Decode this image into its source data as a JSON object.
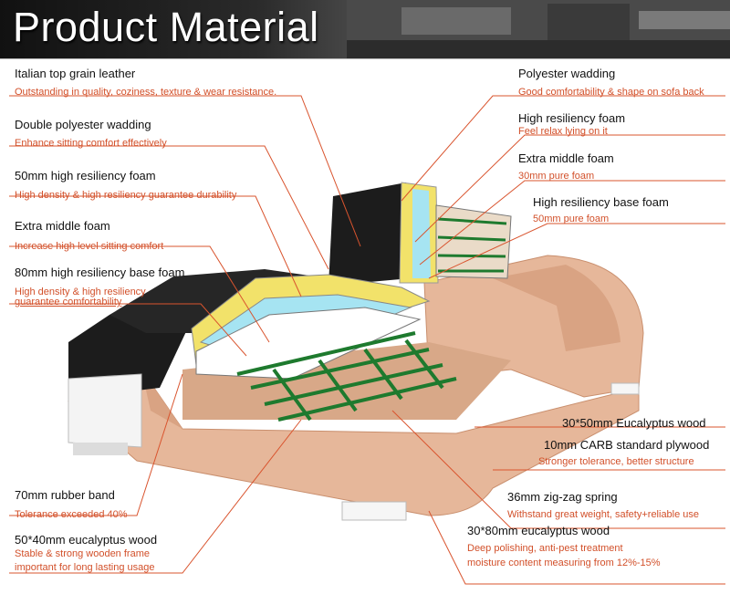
{
  "title": "Product Material",
  "left_labels": [
    {
      "name": "Italian top grain leather",
      "desc": "Outstanding in quality, coziness, texture & wear resistance."
    },
    {
      "name": "Double polyester wadding",
      "desc": "Enhance sitting comfort effectively"
    },
    {
      "name": "50mm high resiliency foam",
      "desc": "High density & high resiliency guarantee durability"
    },
    {
      "name": "Extra middle foam",
      "desc": "Increase high level sitting comfort"
    },
    {
      "name": "80mm high resiliency base foam",
      "desc": "High density & high resiliency",
      "desc2": "guarantee comfortability"
    },
    {
      "name": "70mm rubber band",
      "desc": "Tolerance exceeded 40%"
    },
    {
      "name": "50*40mm eucalyptus wood",
      "desc": "Stable & strong wooden frame",
      "desc2": "important for long lasting usage"
    }
  ],
  "right_labels": [
    {
      "name": "Polyester wadding",
      "desc": "Good comfortability & shape on sofa back"
    },
    {
      "name": "High resiliency foam",
      "desc": "Feel relax lying on it"
    },
    {
      "name": "Extra middle foam",
      "desc": "30mm pure foam"
    },
    {
      "name": "High resiliency base foam",
      "desc": "50mm pure foam"
    },
    {
      "name": "30*50mm Eucalyptus wood"
    },
    {
      "name": "10mm CARB standard plywood",
      "desc": "Stronger tolerance, better structure"
    },
    {
      "name": "36mm zig-zag spring",
      "desc": "Withstand great weight, safety+reliable use"
    },
    {
      "name": "30*80mm eucalyptus wood",
      "desc": "Deep polishing, anti-pest treatment",
      "desc2": "moisture content measuring from 12%-15%"
    }
  ],
  "colors": {
    "accent": "#d2502a",
    "leader": "#d9542e",
    "leather": "#1c1c1c",
    "wood": "#e6b79a",
    "foam_yellow": "#f2e26a",
    "foam_blue": "#a6e4f2",
    "spring": "#1e7a2e"
  }
}
